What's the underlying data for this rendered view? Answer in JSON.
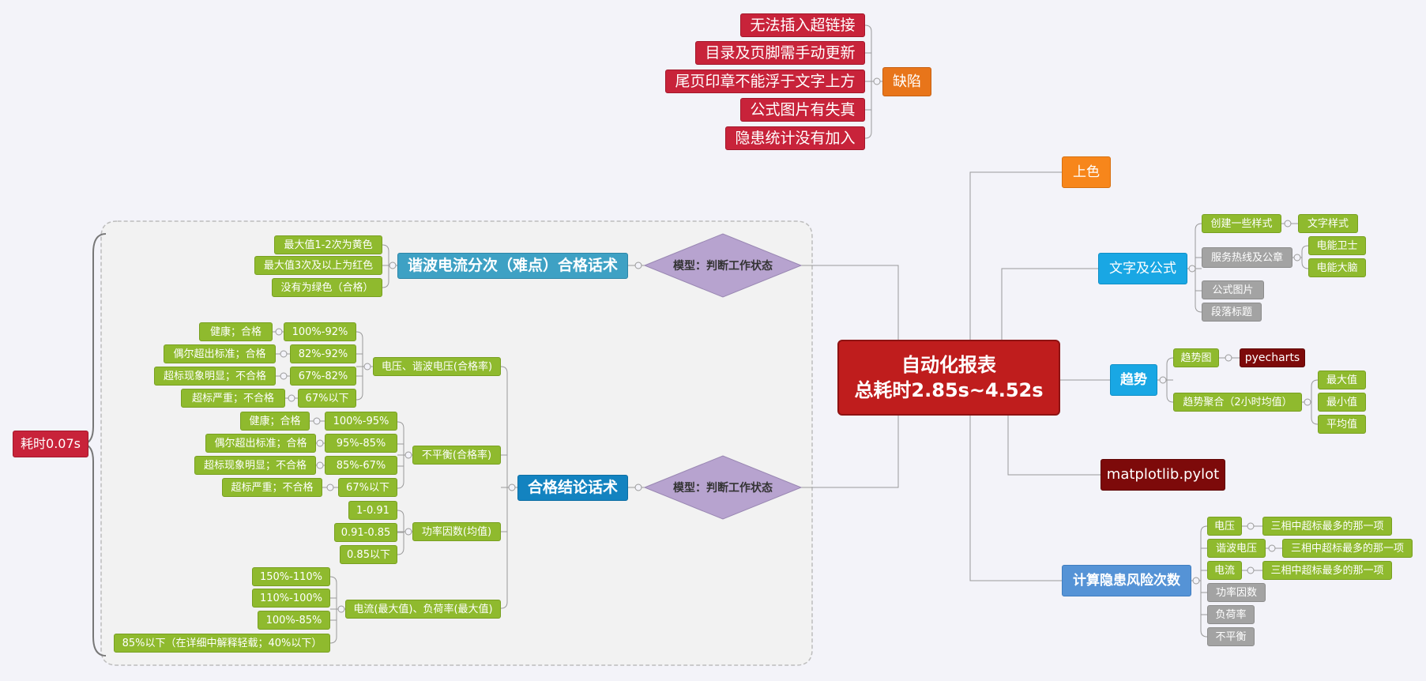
{
  "central": {
    "line1": "自动化报表",
    "line2": "总耗时2.85s~4.52s"
  },
  "defects": {
    "title": "缺陷",
    "items": [
      "无法插入超链接",
      "目录及页脚需手动更新",
      "尾页印章不能浮于文字上方",
      "公式图片有失真",
      "隐患统计没有加入"
    ]
  },
  "coloring": {
    "label": "上色"
  },
  "text_formula": {
    "title": "文字及公式",
    "create_styles": "创建一些样式",
    "text_style": "文字样式",
    "hotline": "服务热线及公章",
    "guard": "电能卫士",
    "brain": "电能大脑",
    "formula_image": "公式图片",
    "paragraph_title": "段落标题"
  },
  "trend": {
    "title": "趋势",
    "chart": "趋势图",
    "pyecharts": "pyecharts",
    "aggregate": "趋势聚合（2小时均值）",
    "max": "最大值",
    "min": "最小值",
    "avg": "平均值"
  },
  "matplotlib": {
    "label": "matplotlib.pylot"
  },
  "risk": {
    "title": "计算隐患风险次数",
    "voltage": "电压",
    "harmonic_voltage": "谐波电压",
    "current": "电流",
    "most_exceed": "三相中超标最多的那一项",
    "power_factor": "功率因数",
    "load_rate": "负荷率",
    "imbalance": "不平衡"
  },
  "left": {
    "time": "耗时0.07s",
    "model1": "模型：判断工作状态",
    "model2": "模型：判断工作状态",
    "harmonic_title": "谐波电流分次（难点）合格话术",
    "harm_items": [
      "最大值1-2次为黄色",
      "最大值3次及以上为红色",
      "没有为绿色（合格）"
    ],
    "pass_title": "合格结论话术",
    "voltage_group": "电压、谐波电压(合格率)",
    "v_ranges": [
      "100%-92%",
      "82%-92%",
      "67%-82%",
      "67%以下"
    ],
    "v_labels": [
      "健康；合格",
      "偶尔超出标准；合格",
      "超标现象明显；不合格",
      "超标严重；不合格"
    ],
    "imbalance_group": "不平衡(合格率)",
    "i_ranges": [
      "100%-95%",
      "95%-85%",
      "85%-67%",
      "67%以下"
    ],
    "i_labels": [
      "健康；合格",
      "偶尔超出标准；合格",
      "超标现象明显；不合格",
      "超标严重；不合格"
    ],
    "pf_group": "功率因数(均值)",
    "pf_ranges": [
      "1-0.91",
      "0.91-0.85",
      "0.85以下"
    ],
    "current_group": "电流(最大值)、负荷率(最大值)",
    "c_ranges": [
      "150%-110%",
      "110%-100%",
      "100%-85%",
      "85%以下（在详细中解释轻载；40%以下）"
    ]
  },
  "colors": {
    "red": "#c8233a",
    "green": "#8fba2e",
    "gray": "#a3a3a3",
    "blue": "#19a7e4",
    "teal": "#3ea1c4",
    "orange": "#f7861b",
    "maroon": "#7d0a0a",
    "diamond": "#b7a3cf"
  }
}
